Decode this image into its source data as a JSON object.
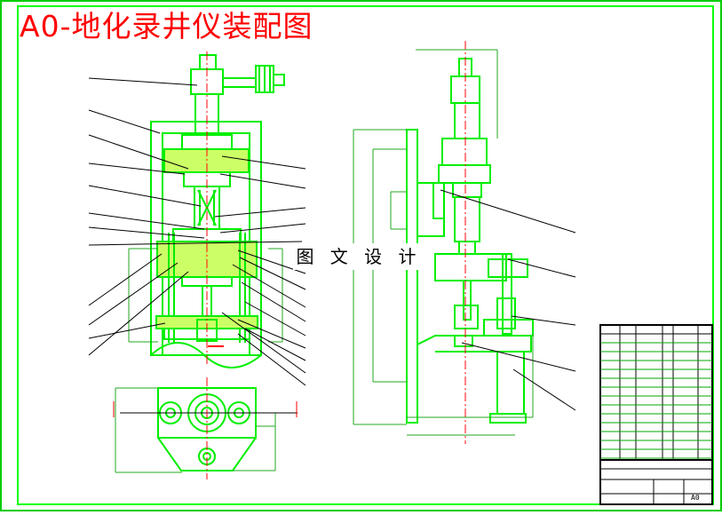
{
  "drawing": {
    "title": "A0-地化录井仪装配图",
    "watermark": "图 文 设 计",
    "titleblock_bottom_label": "A0"
  },
  "colors": {
    "outline": "#00ff00",
    "frame": "#00cc00",
    "dimension": "#22aa22",
    "leader": "#000000",
    "title": "#ff0000",
    "centerline": "#ff0000"
  }
}
